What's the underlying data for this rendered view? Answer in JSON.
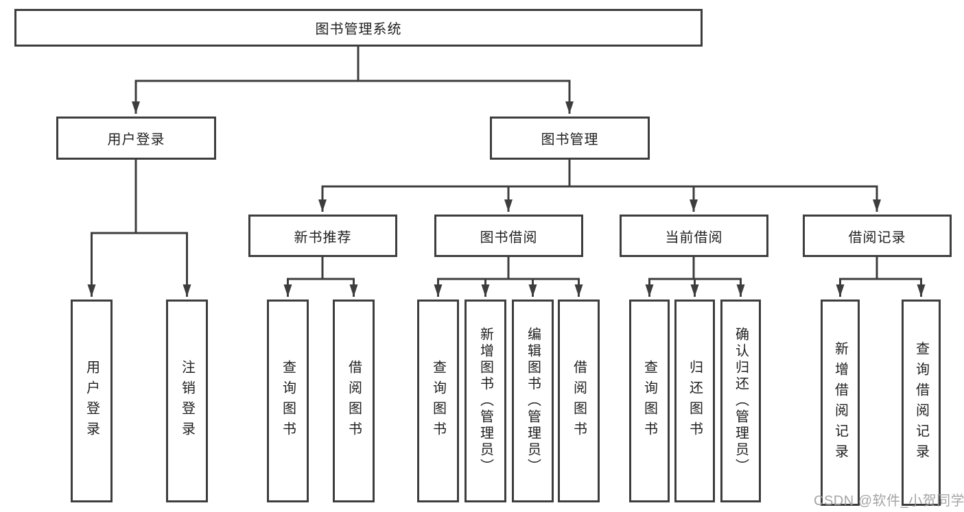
{
  "title": "图书管理系统",
  "watermark": "CSDN @软件_小贺同学",
  "colors": {
    "line": "#3d3d3d",
    "border": "#3d3d3d",
    "text": "#1f1f1f",
    "background": "#ffffff",
    "watermark": "#9d9d9d"
  },
  "tree": {
    "root": "图书管理系统",
    "branches": [
      {
        "label": "用户登录",
        "leaves": [
          "用户登录",
          "注销登录"
        ]
      },
      {
        "label": "图书管理",
        "children": [
          {
            "label": "新书推荐",
            "leaves": [
              "查询图书",
              "借阅图书"
            ]
          },
          {
            "label": "图书借阅",
            "leaves": [
              "查询图书",
              "新增图书（管理员）",
              "编辑图书（管理员）",
              "借阅图书"
            ]
          },
          {
            "label": "当前借阅",
            "leaves": [
              "查询图书",
              "归还图书",
              "确认归还（管理员）"
            ]
          },
          {
            "label": "借阅记录",
            "leaves": [
              "新增借阅记录",
              "查询借阅记录"
            ]
          }
        ]
      }
    ]
  }
}
